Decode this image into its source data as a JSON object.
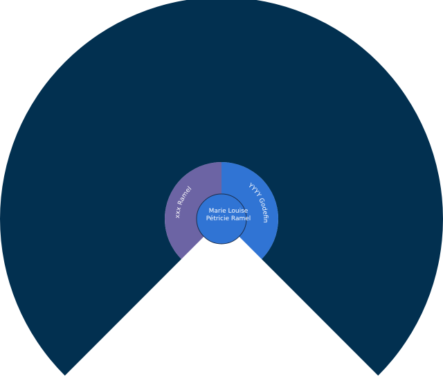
{
  "fan_chart": {
    "root": {
      "line1": "Marie Louise",
      "line2": "Pétricie Ramel",
      "color": "#3074d4"
    },
    "parents": [
      {
        "label": "xxx Ramel",
        "color": "#6c64a4",
        "side": "paternal"
      },
      {
        "label": "YYYY Godefin",
        "color": "#3074d4",
        "side": "maternal"
      }
    ],
    "outer_color": "#023050",
    "background": "#ffffff"
  }
}
